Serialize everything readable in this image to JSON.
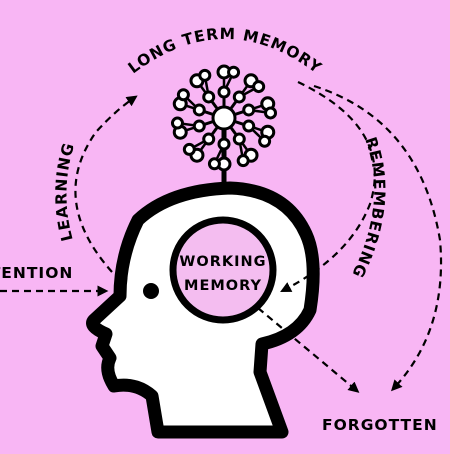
{
  "colors": {
    "background": "#f8b6f4",
    "ink": "#000000",
    "head_fill": "#ffffff",
    "working_memory_fill": "#f4bdf0"
  },
  "labels": {
    "long_term_memory": "LONG TERM MEMORY",
    "learning": "LEARNING",
    "remembering": "REMEMBERING",
    "attention": "ATTENTION",
    "working_memory_line1": "WORKING",
    "working_memory_line2": "MEMORY",
    "forgotten": "FORGOTTEN"
  },
  "icons": [
    "head-silhouette-icon",
    "neuron-network-icon"
  ]
}
